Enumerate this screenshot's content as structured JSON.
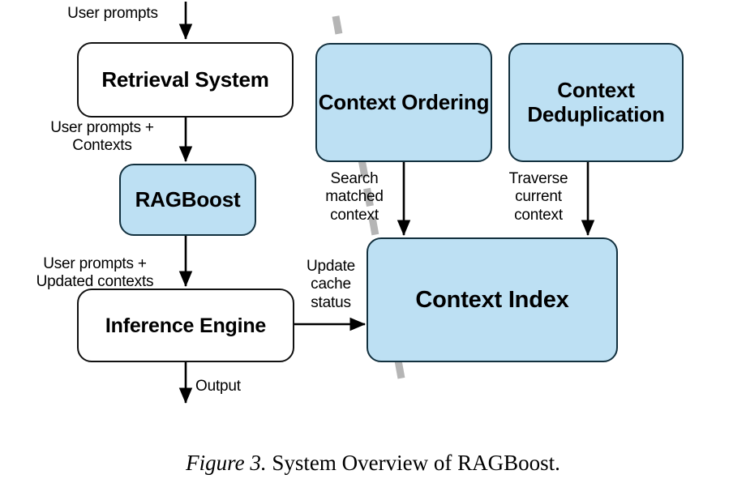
{
  "figure": {
    "caption_prefix": "Figure 3.",
    "caption_text": "System Overview of RAGBoost.",
    "background_color": "#ffffff"
  },
  "palette": {
    "accent_fill": "#bde0f3",
    "accent_stroke": "#12303e",
    "plain_fill": "#ffffff",
    "plain_stroke": "#111111",
    "boundary_dash": "#b5b5b5",
    "arrow": "#000000"
  },
  "nodes": [
    {
      "id": "retrieval-system",
      "label": "Retrieval System",
      "style": "plain",
      "font_size": 26
    },
    {
      "id": "ragboost",
      "label": "RAGBoost",
      "style": "accent",
      "font_size": 26
    },
    {
      "id": "inference-engine",
      "label": "Inference Engine",
      "style": "plain",
      "font_size": 25
    },
    {
      "id": "context-ordering",
      "label": "Context\nOrdering",
      "style": "accent",
      "font_size": 26
    },
    {
      "id": "context-deduplication",
      "label": "Context\nDeduplication",
      "style": "accent",
      "font_size": 26
    },
    {
      "id": "context-index",
      "label": "Context Index",
      "style": "accent",
      "font_size": 29
    }
  ],
  "edge_labels": [
    {
      "id": "user-prompts",
      "text": "User prompts"
    },
    {
      "id": "user-prompts-contexts",
      "text": "User prompts +\nContexts"
    },
    {
      "id": "user-prompts-updated-contexts",
      "text": "User prompts +\nUpdated contexts"
    },
    {
      "id": "output",
      "text": "Output"
    },
    {
      "id": "search-matched-context",
      "text": "Search\nmatched\ncontext"
    },
    {
      "id": "traverse-current-context",
      "text": "Traverse\ncurrent\ncontext"
    },
    {
      "id": "update-cache-status",
      "text": "Update\ncache\nstatus"
    }
  ]
}
